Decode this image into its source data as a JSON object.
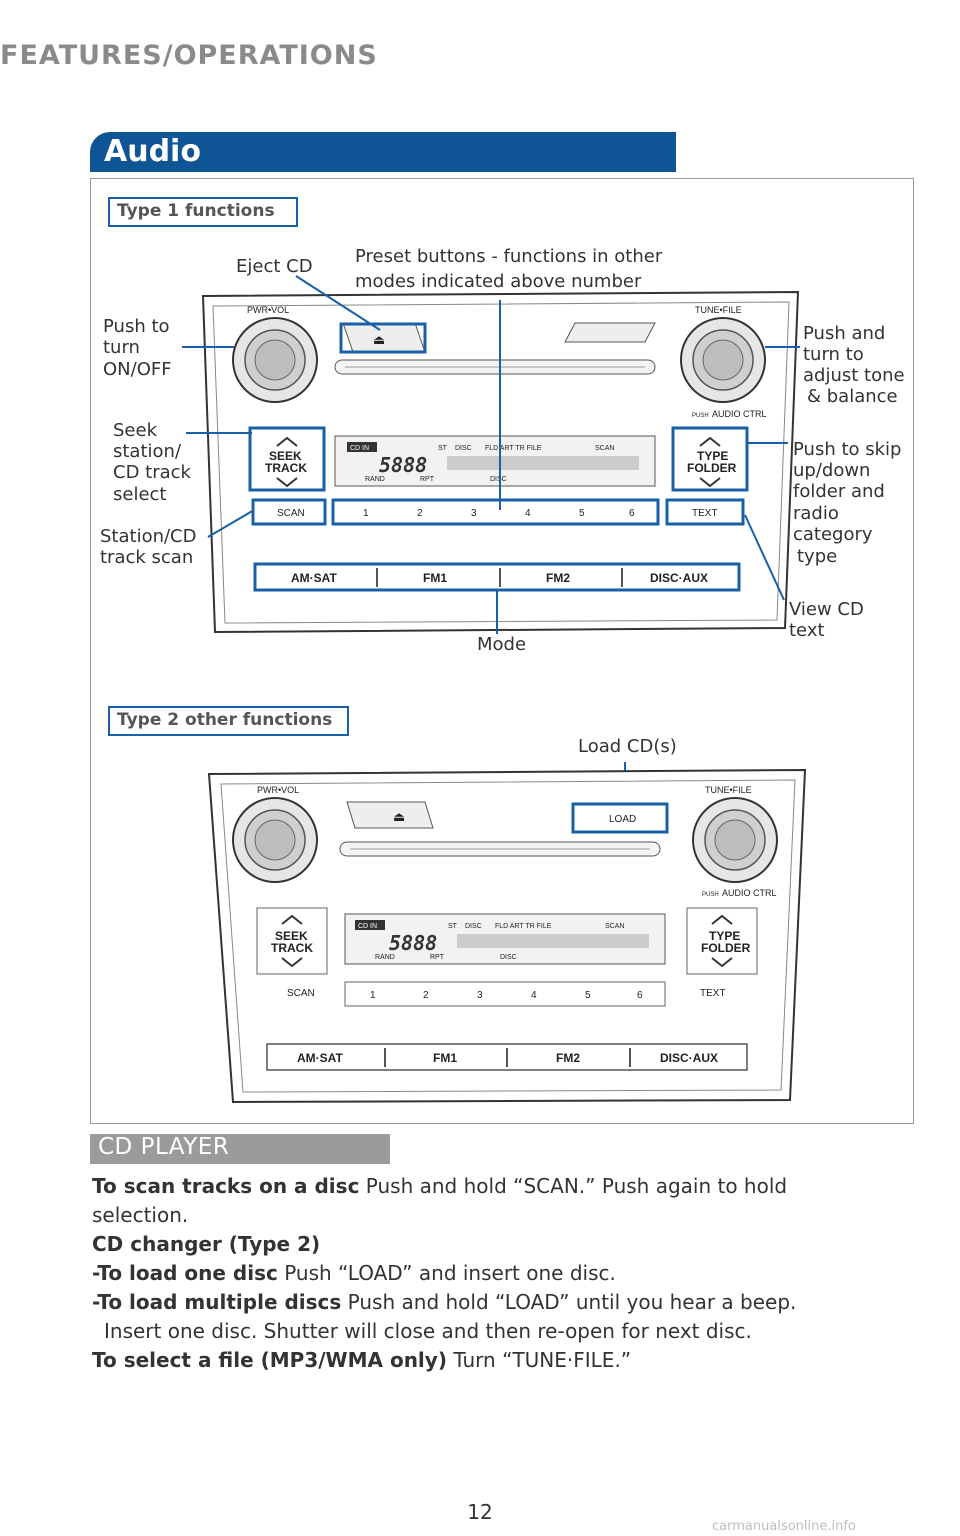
{
  "header": {
    "section": "FEATURES/OPERATIONS",
    "topic": "Audio"
  },
  "type1": {
    "title": "Type 1 functions",
    "callouts": {
      "eject": "Eject CD",
      "preset_line1": "Preset buttons - functions in other",
      "preset_line2": "modes indicated above number",
      "push_on_1": "Push to",
      "push_on_2": "turn",
      "push_on_3": "ON/OFF",
      "tone_1": "Push and",
      "tone_2": "turn to",
      "tone_3": "adjust tone",
      "tone_4": "& balance",
      "seek_1": "Seek",
      "seek_2": "station/",
      "seek_3": "CD track",
      "seek_4": "select",
      "skip_1": "Push to skip",
      "skip_2": "up/down",
      "skip_3": "folder and",
      "skip_4": "radio",
      "skip_5": "category",
      "skip_6": "type",
      "scan_1": "Station/CD",
      "scan_2": "track scan",
      "viewcd_1": "View CD",
      "viewcd_2": "text",
      "mode": "Mode"
    }
  },
  "type2": {
    "title": "Type 2 other functions",
    "callouts": {
      "load": "Load CD(s)"
    }
  },
  "radio": {
    "pwr_vol": "PWR•VOL",
    "tune_file": "TUNE•FILE",
    "push": "PUSH",
    "audio_ctrl": "AUDIO CTRL",
    "seek_1": "SEEK",
    "seek_2": "TRACK",
    "type_1": "TYPE",
    "type_2": "FOLDER",
    "scan": "SCAN",
    "text": "TEXT",
    "load": "LOAD",
    "presets": [
      "1",
      "2",
      "3",
      "4",
      "5",
      "6"
    ],
    "modes": [
      "AM·SAT",
      "FM1",
      "FM2",
      "DISC·AUX"
    ],
    "display": {
      "cd_in": "CD IN",
      "st": "ST",
      "disc": "DISC",
      "fld_art": "FLD ART TR FILE",
      "scan": "SCAN",
      "rand": "RAND",
      "rpt": "RPT",
      "digits": "5888"
    }
  },
  "cd_player": {
    "title": "CD PLAYER",
    "p1_bold": "To scan tracks on a disc",
    "p1_text": " Push and hold “SCAN.” Push again to hold",
    "p1_cont": "selection.",
    "p2_bold": "CD changer (Type 2)",
    "p3_bold": "-To load one disc",
    "p3_text": " Push “LOAD” and insert one disc.",
    "p4_bold": "-To load multiple discs",
    "p4_text": " Push and hold “LOAD” until you hear a beep.",
    "p4_cont": "Insert one disc. Shutter will close and then re-open for next disc.",
    "p5_bold": "To select a file (MP3/WMA only)",
    "p5_text": " Turn “TUNE·FILE.”"
  },
  "footer": {
    "page_number": "12",
    "watermark": "carmanualsonline.info"
  },
  "colors": {
    "banner": "#0f5596",
    "highlight": "#1a60a8",
    "cd_banner": "#9b9b9b"
  }
}
